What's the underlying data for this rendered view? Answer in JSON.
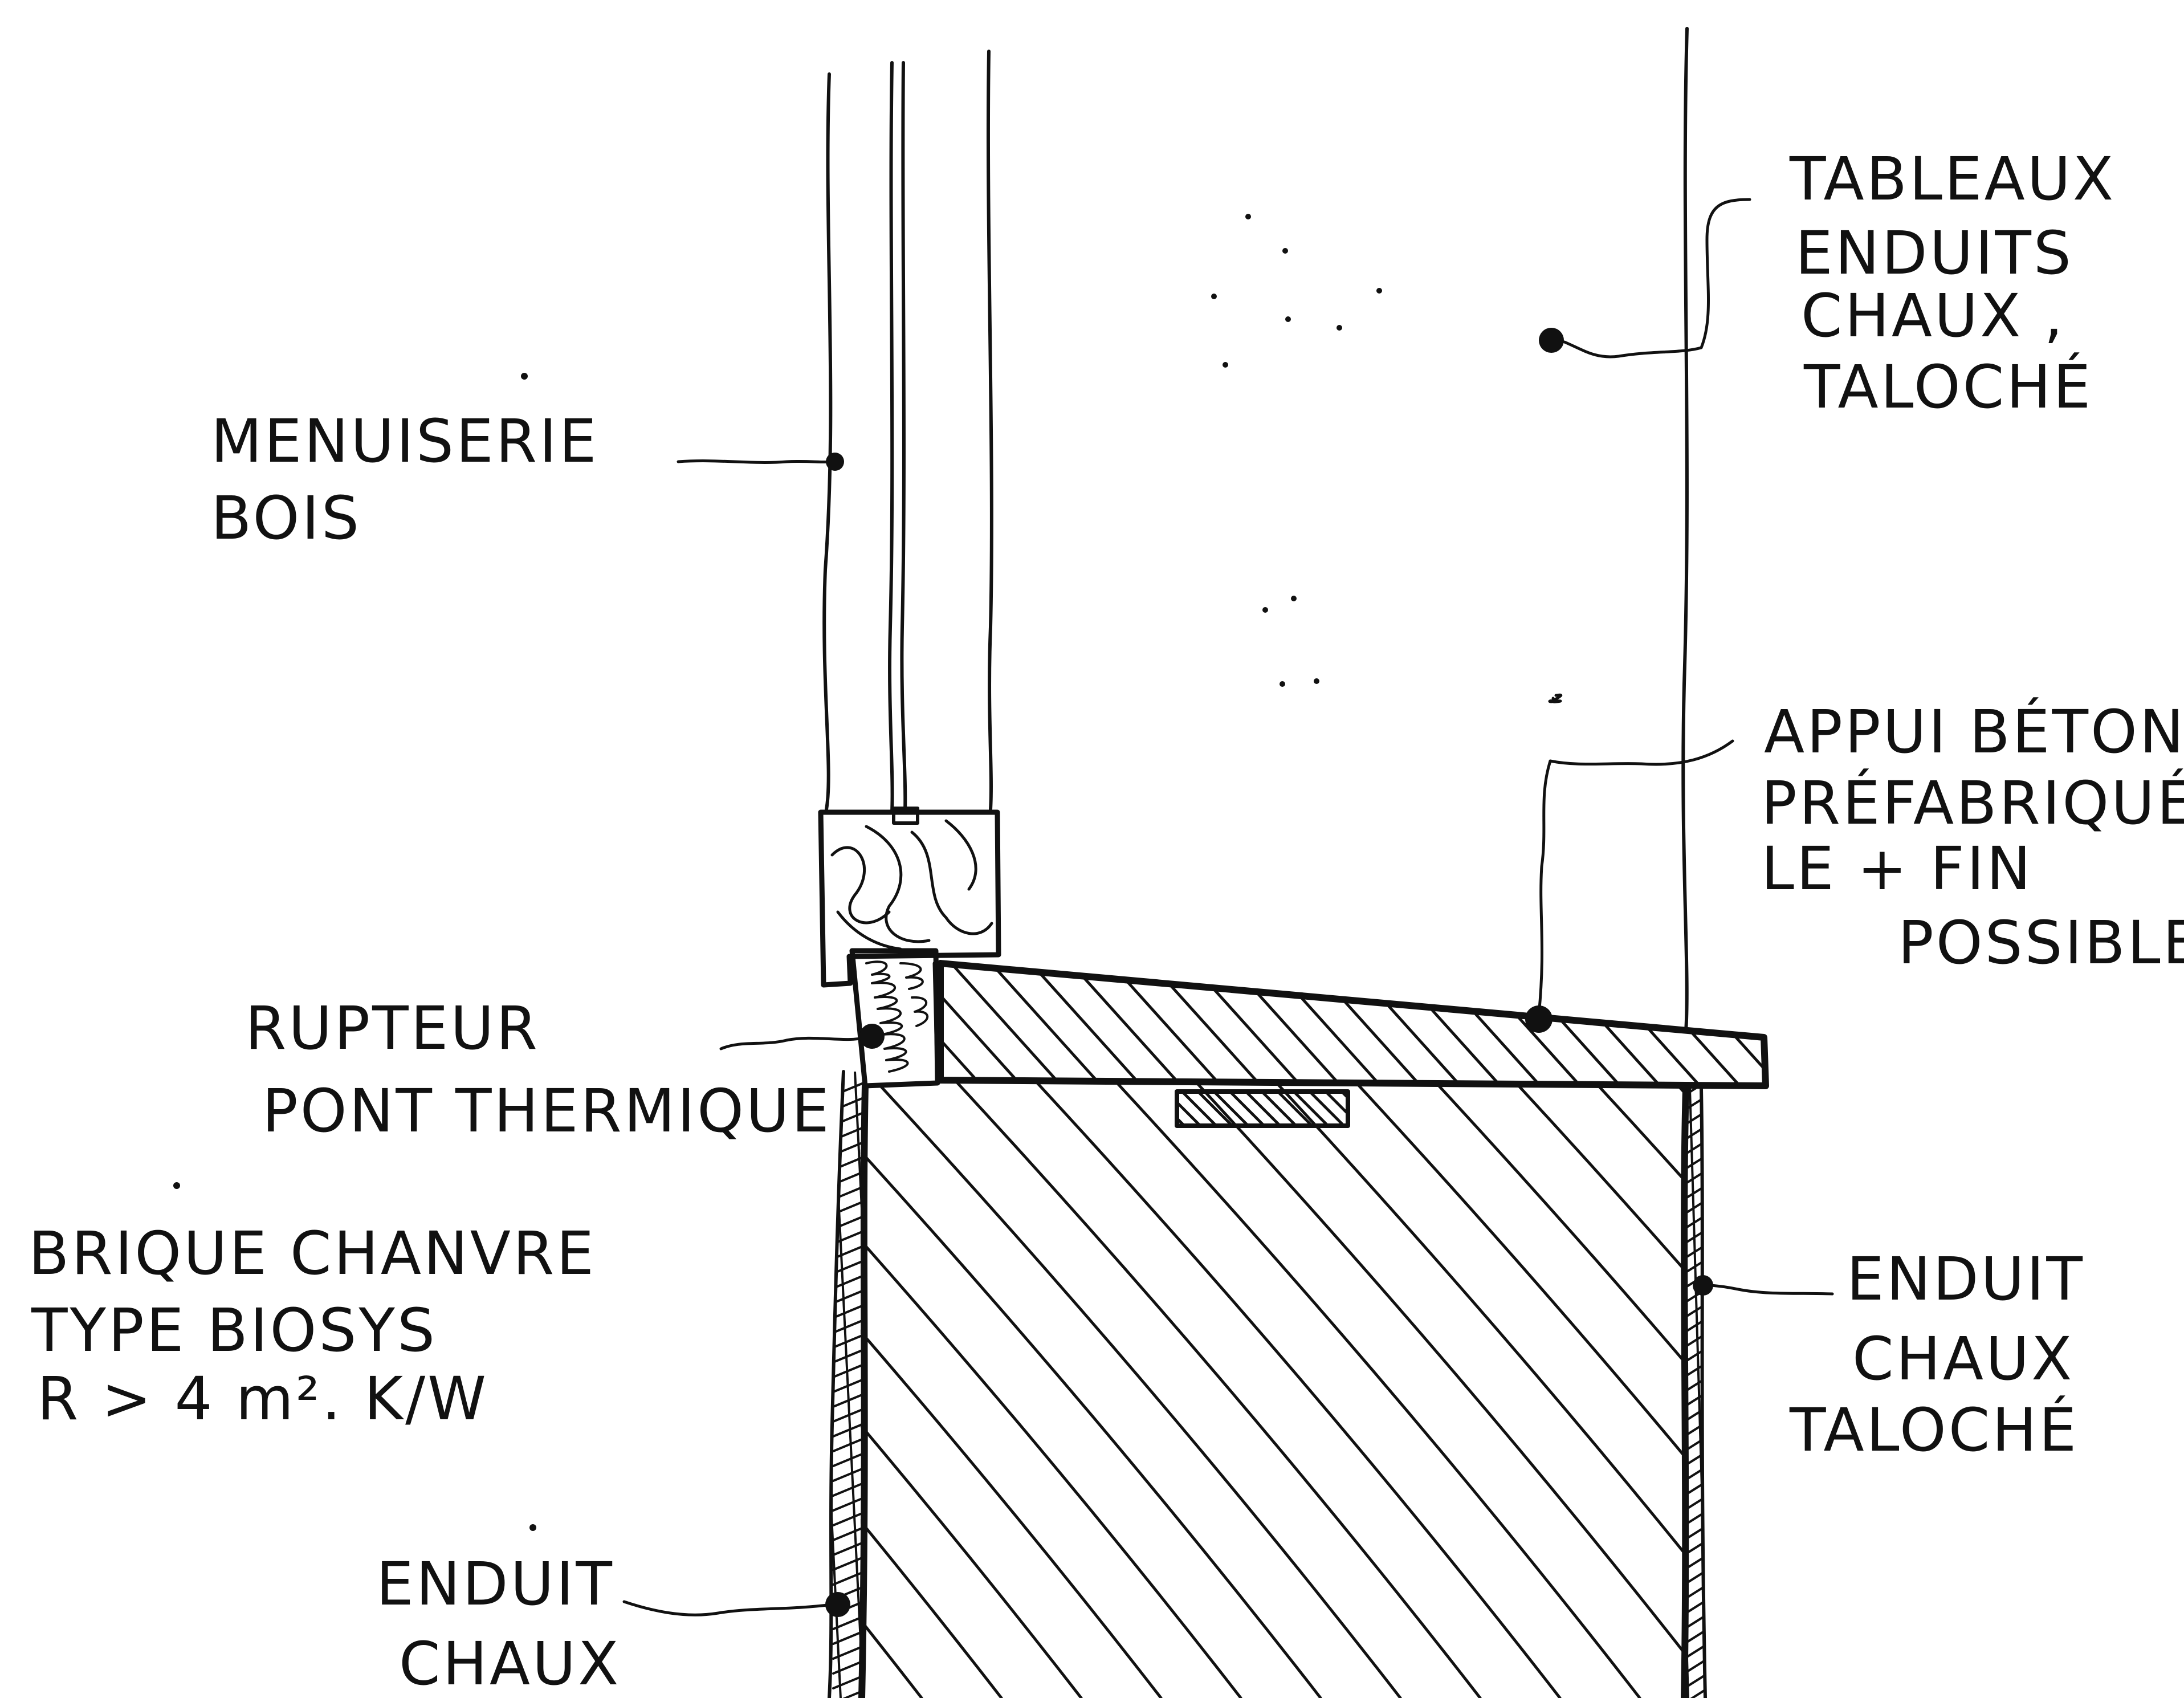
{
  "ink_color": "#111111",
  "paper_color": "#ffffff",
  "labels": {
    "menuiserie": [
      "MENUISERIE",
      "BOIS"
    ],
    "tableaux": [
      "TABLEAUX",
      "ENDUITS",
      "CHAUX ,",
      "TALOCHÉ"
    ],
    "appui": [
      "APPUI BÉTON,",
      "PRÉFABRIQUÉ",
      "LE + FIN",
      "POSSIBLE"
    ],
    "rupteur": [
      "RUPTEUR",
      "PONT THERMIQUE"
    ],
    "brique": [
      "BRIQUE CHANVRE",
      "TYPE BIOSYS",
      "R > 4 m². K/W"
    ],
    "enduit_ext": [
      "ENDUIT",
      "CHAUX"
    ],
    "enduit_int": [
      "ENDUIT",
      "CHAUX",
      "TALOCHÉ"
    ]
  }
}
